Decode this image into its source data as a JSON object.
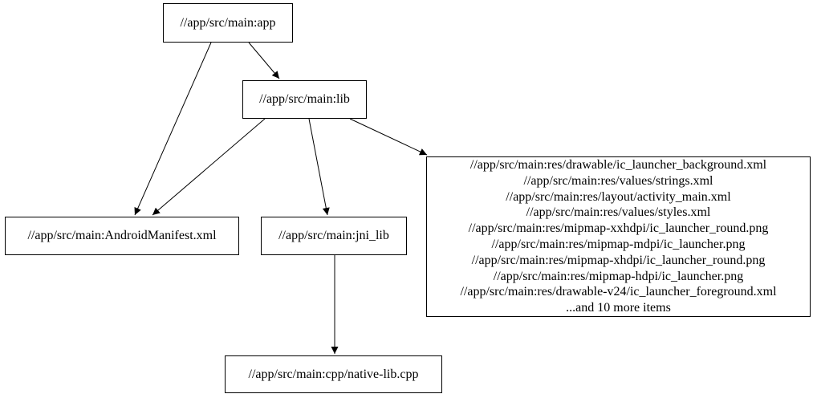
{
  "graph": {
    "type": "dependency-graph",
    "background_color": "#ffffff",
    "node_border_color": "#000000",
    "edge_color": "#000000",
    "text_color": "#000000",
    "nodes": {
      "app": {
        "label": "//app/src/main:app"
      },
      "lib": {
        "label": "//app/src/main:lib"
      },
      "manifest": {
        "label": "//app/src/main:AndroidManifest.xml"
      },
      "jni_lib": {
        "label": "//app/src/main:jni_lib"
      },
      "res_group": {
        "lines": [
          "//app/src/main:res/drawable/ic_launcher_background.xml",
          "//app/src/main:res/values/strings.xml",
          "//app/src/main:res/layout/activity_main.xml",
          "//app/src/main:res/values/styles.xml",
          "//app/src/main:res/mipmap-xxhdpi/ic_launcher_round.png",
          "//app/src/main:res/mipmap-mdpi/ic_launcher.png",
          "//app/src/main:res/mipmap-xhdpi/ic_launcher_round.png",
          "//app/src/main:res/mipmap-hdpi/ic_launcher.png",
          "//app/src/main:res/drawable-v24/ic_launcher_foreground.xml",
          "...and 10 more items"
        ]
      },
      "native_cpp": {
        "label": "//app/src/main:cpp/native-lib.cpp"
      }
    },
    "edges": [
      {
        "from": "app",
        "to": "lib"
      },
      {
        "from": "app",
        "to": "manifest"
      },
      {
        "from": "lib",
        "to": "manifest"
      },
      {
        "from": "lib",
        "to": "jni_lib"
      },
      {
        "from": "lib",
        "to": "res_group"
      },
      {
        "from": "jni_lib",
        "to": "native_cpp"
      }
    ]
  }
}
